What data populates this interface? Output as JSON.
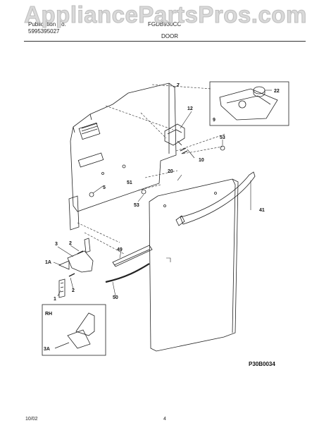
{
  "watermark": "AppliancePartsPros.com",
  "header": {
    "publication_label": "Publication No.",
    "publication_number": "5995395027",
    "model_label": "FGDB930CC",
    "section_title": "DOOR"
  },
  "callouts": {
    "c7": "7",
    "c22": "22",
    "c9": "9",
    "c12": "12",
    "c53a": "53",
    "c10": "10",
    "c20": "20",
    "c5": "5",
    "c51": "51",
    "c53b": "53",
    "c41": "41",
    "c3": "3",
    "c2a": "2",
    "c1a": "1A",
    "c49": "49",
    "c2b": "2",
    "c1": "1",
    "c50": "50",
    "c_rh": "RH",
    "c3a": "3A"
  },
  "diagram_code": "P30B0034",
  "footer": {
    "date": "10/02",
    "page": "4"
  }
}
